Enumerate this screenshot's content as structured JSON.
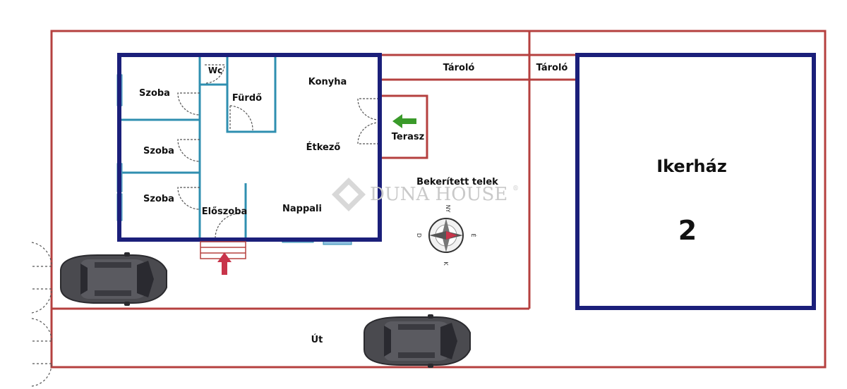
{
  "rooms": {
    "szoba_1": "Szoba",
    "szoba_2": "Szoba",
    "szoba_3": "Szoba",
    "wc": "Wc",
    "furdo": "Fürdő",
    "konyha": "Konyha",
    "etkezo": "Étkező",
    "nappali": "Nappali",
    "eloszoba": "Előszoba",
    "terasz": "Terasz",
    "tarolo_1": "Tároló",
    "tarolo_2": "Tároló"
  },
  "site": {
    "bekeritett_telek": "Bekerített telek",
    "ut": "Út",
    "ikerhaz": "Ikerház",
    "ikerhaz_number": "2"
  },
  "watermark": {
    "brand": "DUNA HOUSE",
    "mark": "®"
  },
  "compass": {
    "north": "NY",
    "east": "É",
    "south": "K",
    "west": "D"
  },
  "colors": {
    "house_wall": "#1b1f7a",
    "inner_wall": "#2f8fb0",
    "plot_line": "#b5403f",
    "window": "#8fbfe0",
    "entry_arrow": "#c8344a",
    "terrace_arrow": "#3a9a2a",
    "car": "#4a4a4f"
  }
}
